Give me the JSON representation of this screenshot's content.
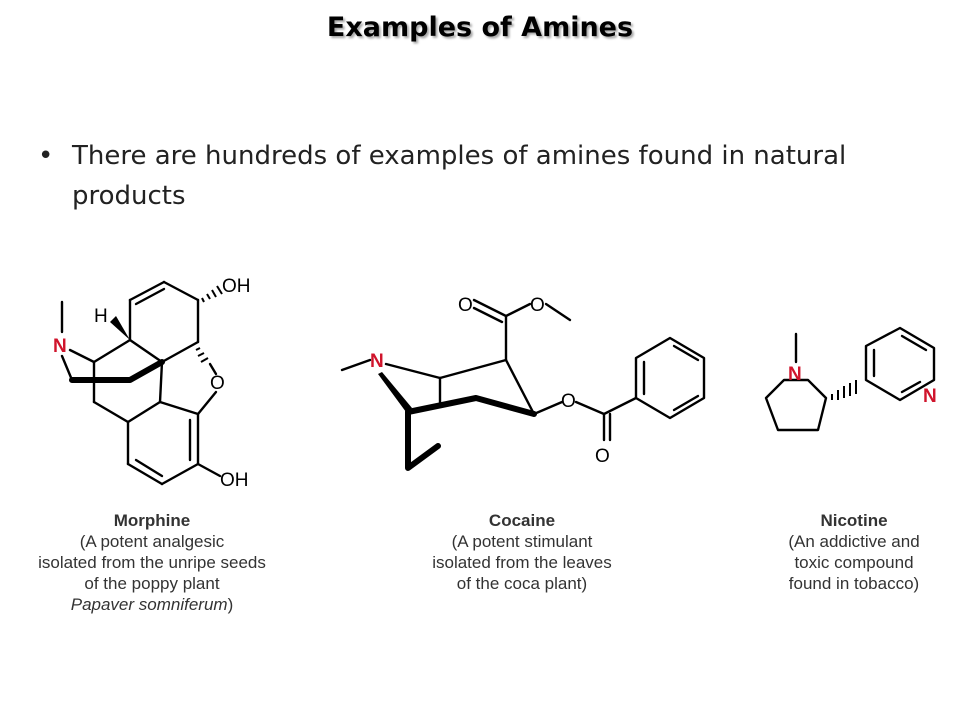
{
  "slide": {
    "title": "Examples of Amines",
    "bullet": "There are hundreds of examples of amines found in natural products",
    "bullet_symbol": "•"
  },
  "colors": {
    "nitrogen": "#d0142c",
    "text": "#333333"
  },
  "molecules": [
    {
      "name": "Morphine",
      "caption_lines": [
        "(A potent analgesic",
        "isolated from the unripe seeds",
        "of the poppy plant"
      ],
      "caption_italic": "Papaver somniferum",
      "caption_tail": ")",
      "atom_labels": {
        "n": "N",
        "h": "H",
        "oh_top": "OH",
        "o_ring": "O",
        "oh_bottom": "OH"
      }
    },
    {
      "name": "Cocaine",
      "caption_lines": [
        "(A potent stimulant",
        "isolated from the leaves",
        "of the coca plant)"
      ],
      "atom_labels": {
        "n": "N",
        "o_carbonyl1": "O",
        "o_ester1": "O",
        "o_ester2": "O",
        "o_carbonyl2": "O"
      }
    },
    {
      "name": "Nicotine",
      "caption_lines": [
        "(An addictive and",
        "toxic compound",
        "found in tobacco)"
      ],
      "atom_labels": {
        "n_pyrrolidine": "N",
        "n_pyridine": "N"
      }
    }
  ]
}
